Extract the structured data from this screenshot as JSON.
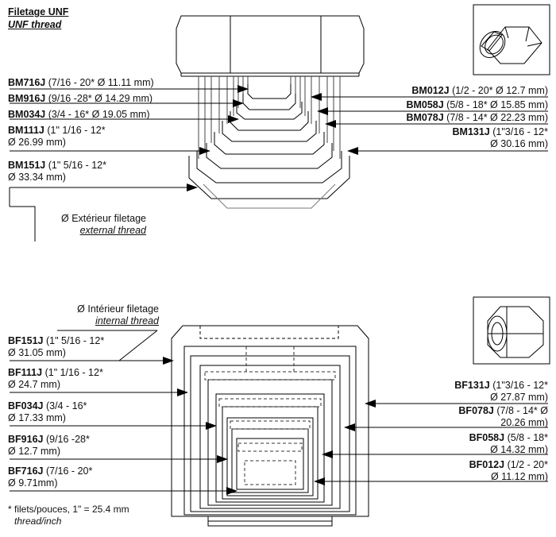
{
  "title": {
    "fr": "Filetage UNF",
    "en": "UNF thread"
  },
  "male": {
    "left": [
      {
        "code": "BM716J",
        "spec": "(7/16 - 20* Ø 11.11 mm)"
      },
      {
        "code": "BM916J",
        "spec": "(9/16 -28* Ø 14.29 mm)"
      },
      {
        "code": "BM034J",
        "spec": "(3/4 - 16* Ø 19.05 mm)"
      },
      {
        "code": "BM111J",
        "spec": "(1\" 1/16 - 12*",
        "spec2": "Ø 26.99 mm)"
      },
      {
        "code": "BM151J",
        "spec": "(1\" 5/16 - 12*",
        "spec2": "Ø 33.34 mm)"
      }
    ],
    "right": [
      {
        "code": "BM012J",
        "spec": "(1/2 - 20* Ø 12.7 mm)"
      },
      {
        "code": "BM058J",
        "spec": "(5/8 - 18* Ø 15.85 mm)"
      },
      {
        "code": "BM078J",
        "spec": "(7/8 - 14* Ø 22.23 mm)"
      },
      {
        "code": "BM131J",
        "spec": "(1\"3/16 - 12*",
        "spec2": "Ø 30.16 mm)"
      }
    ],
    "ext_label": {
      "fr": "Ø Extérieur filetage",
      "en": "external thread"
    }
  },
  "female": {
    "int_label": {
      "fr": "Ø Intérieur filetage",
      "en": "internal thread"
    },
    "left": [
      {
        "code": "BF151J",
        "spec": "(1\" 5/16 - 12*",
        "spec2": "Ø 31.05 mm)"
      },
      {
        "code": "BF111J",
        "spec": "(1\" 1/16 - 12*",
        "spec2": "Ø 24.7 mm)"
      },
      {
        "code": "BF034J",
        "spec": "(3/4 - 16*",
        "spec2": "Ø 17.33 mm)"
      },
      {
        "code": "BF916J",
        "spec": "(9/16 -28*",
        "spec2": "Ø 12.7 mm)"
      },
      {
        "code": "BF716J",
        "spec": "(7/16 - 20*",
        "spec2": "Ø 9.71mm)"
      }
    ],
    "right": [
      {
        "code": "BF131J",
        "spec": "(1\"3/16 - 12*",
        "spec2": "Ø 27.87 mm)"
      },
      {
        "code": "BF078J",
        "spec": "(7/8 - 14* Ø",
        "spec2": "20.26 mm)"
      },
      {
        "code": "BF058J",
        "spec": "(5/8 - 18*",
        "spec2": "Ø 14.32 mm)"
      },
      {
        "code": "BF012J",
        "spec": "(1/2 - 20*",
        "spec2": "Ø 11.12 mm)"
      }
    ]
  },
  "footnote": {
    "fr": "* filets/pouces, 1\" = 25.4 mm",
    "en": "thread/inch"
  }
}
